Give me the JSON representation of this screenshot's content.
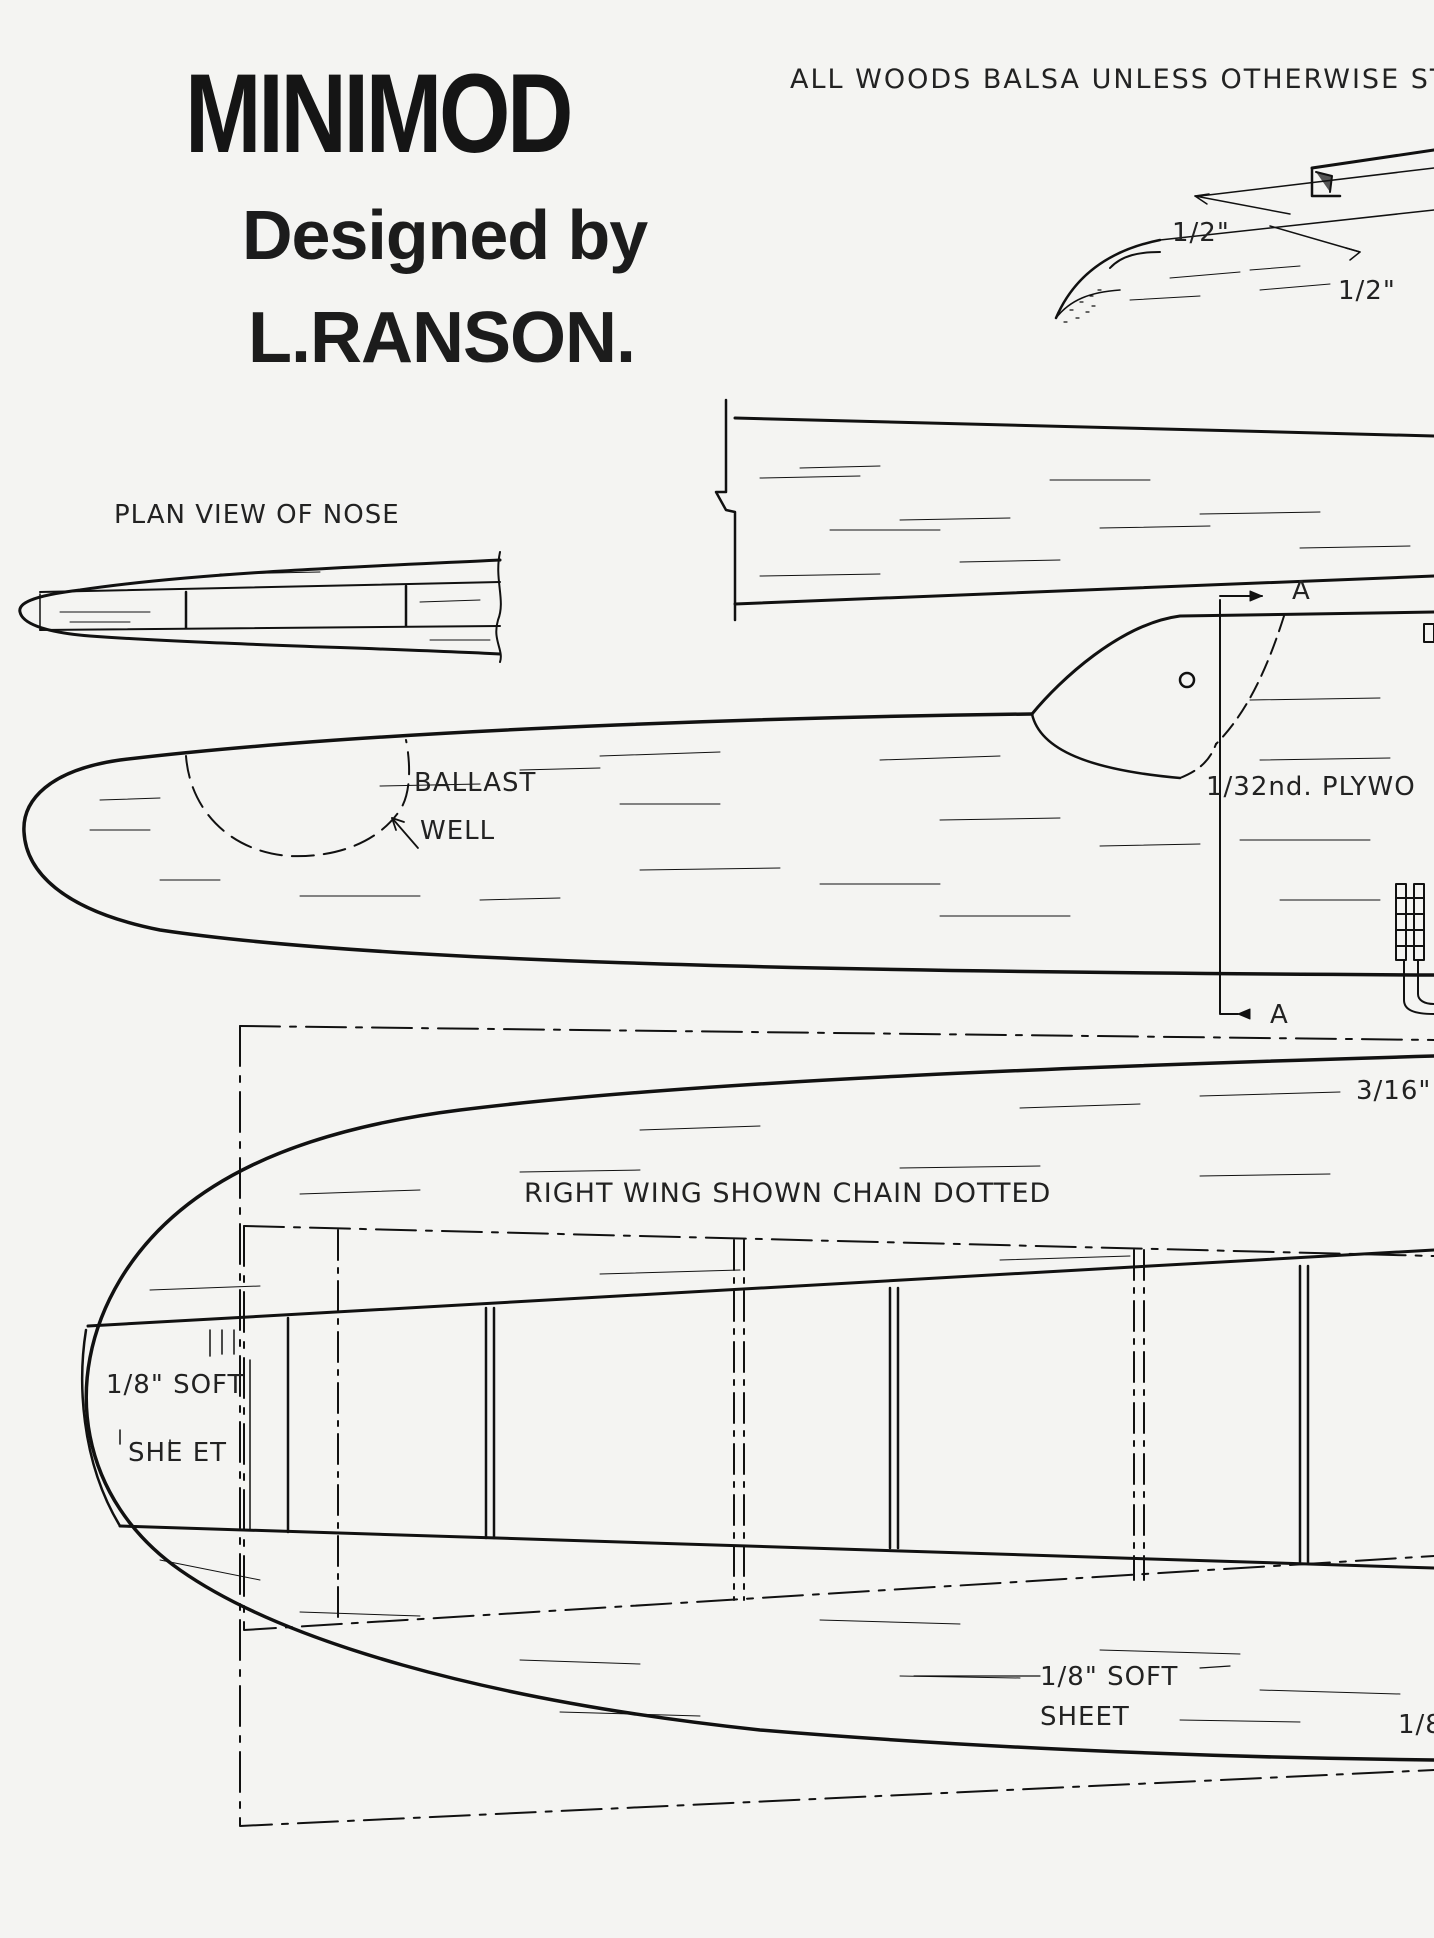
{
  "header": {
    "title": "MINIMOD",
    "subtitle": "Designed by",
    "designer": "L.RANSON."
  },
  "notes": {
    "materials": "ALL WOODS BALSA UNLESS OTHERWISE ST"
  },
  "labels": {
    "plan_view": "PLAN VIEW OF NOSE",
    "dim_half_1": "1/2\"",
    "dim_half_2": "1/2\"",
    "ballast": "BALLAST",
    "well": "WELL",
    "plywood": "1/32nd. PLYWO",
    "section_a_top": "A",
    "section_a_bottom": "A",
    "dim_3_16": "3/16\"",
    "right_wing": "RIGHT WING SHOWN CHAIN DOTTED",
    "soft_sheet_left_1": "1/8\" SOFT",
    "soft_sheet_left_2": "SHE ET",
    "soft_sheet_bottom_1": "1/8\" SOFT",
    "soft_sheet_bottom_2": "SHEET",
    "cut_label": "1/8"
  }
}
